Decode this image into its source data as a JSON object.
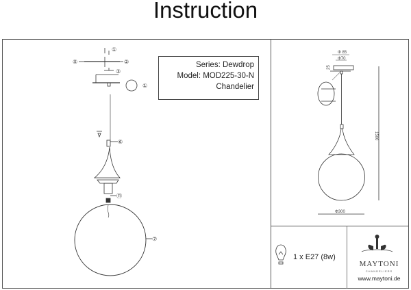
{
  "header": {
    "title": "Instruction"
  },
  "product": {
    "series": "Series: Dewdrop",
    "model": "Model: MOD225-30-N",
    "type": "Chandelier"
  },
  "assembly": {
    "callouts": [
      "①",
      "②",
      "③",
      "⑤",
      "①",
      "⑥",
      "⑪",
      "⑦"
    ]
  },
  "dimensions": {
    "height": "1500",
    "diameter": "Φ300",
    "canopy_outer": "Φ 85",
    "canopy_inner": "Φ70",
    "canopy_height": "25"
  },
  "bulb": {
    "spec": "1 x E27 (8w)"
  },
  "brand": {
    "name": "MAYTONI",
    "tagline": "CHANDELIERS",
    "url": "www.maytoni.de"
  }
}
